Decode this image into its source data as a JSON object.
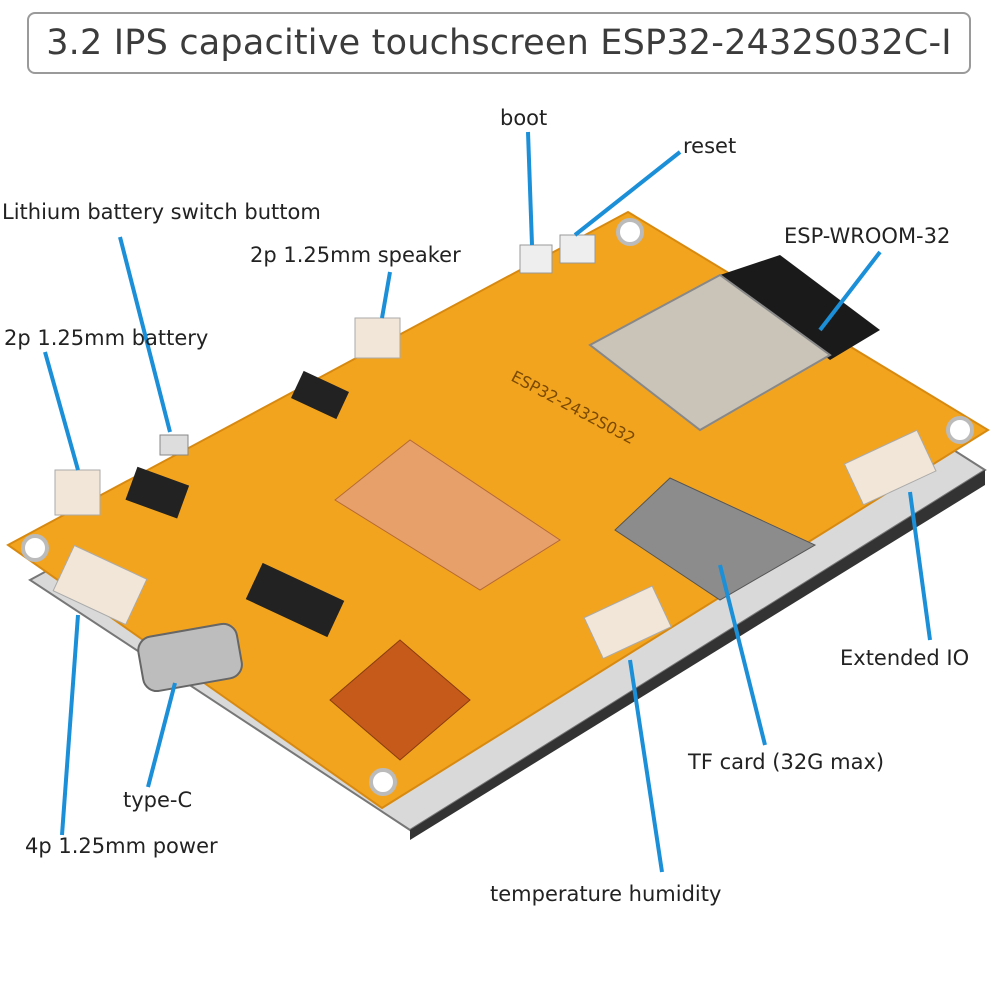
{
  "title": "3.2 IPS capacitive touchscreen ESP32-2432S032C-I",
  "colors": {
    "board": "#f3a41f",
    "leader_line": "#1b8fd8",
    "text": "#222222",
    "module": "#c9c3b8"
  },
  "labels": {
    "boot": "boot",
    "reset": "reset",
    "battery_switch": "Lithium battery switch buttom",
    "speaker": "2p 1.25mm speaker",
    "esp_module": "ESP-WROOM-32",
    "battery": "2p 1.25mm battery",
    "extended_io": "Extended IO",
    "tf_card": "TF card (32G max)",
    "type_c": "type-C",
    "power": "4p 1.25mm power",
    "temp_humidity": "temperature humidity"
  },
  "board_silkscreen": "ESP32-2432S032"
}
